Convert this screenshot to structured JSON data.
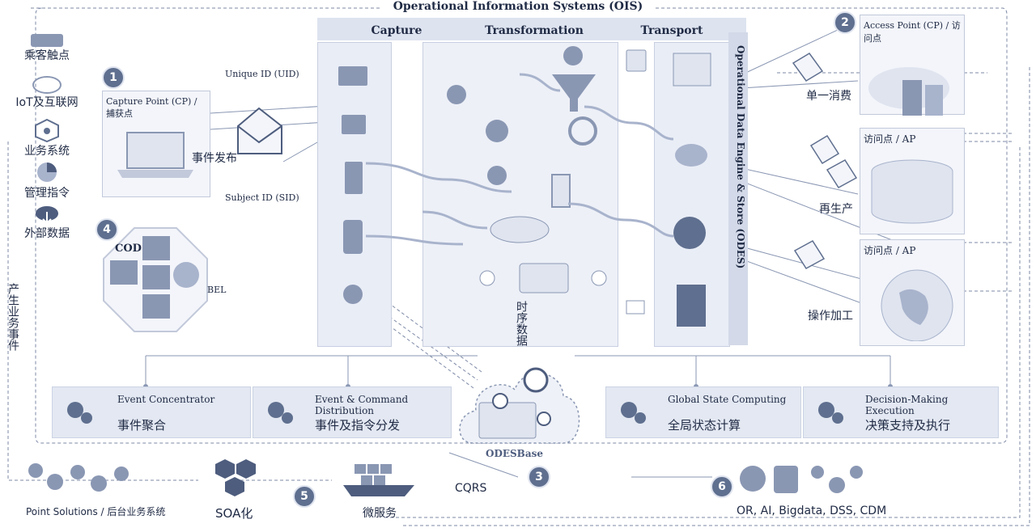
{
  "title": "Operational Information Systems (OIS)",
  "columns": [
    "Capture",
    "Transformation",
    "Transport"
  ],
  "odes_label": "Operational Data Engine & Store (ODES)",
  "left_sources": [
    "乘客触点",
    "IoT及互联网",
    "业务系统",
    "管理指令",
    "外部数据"
  ],
  "left_vertical": "产生业务事件",
  "capture_point": {
    "title": "Capture Point (CP) / 捕获点",
    "uid": "Unique ID (UID)",
    "sid": "Subject ID (SID)",
    "event_publish": "事件发布"
  },
  "cod": {
    "label": "COD",
    "bel": "BEL"
  },
  "time_series": "时序数据",
  "access_points": [
    {
      "title": "Access Point (CP) / 访问点",
      "action": "单一消费"
    },
    {
      "title": "访问点 / AP",
      "action": "再生产"
    },
    {
      "title": "访问点 / AP",
      "action": "操作加工"
    }
  ],
  "bottom_boxes": [
    {
      "en": "Event Concentrator",
      "cn": "事件聚合"
    },
    {
      "en": "Event & Command Distribution",
      "cn": "事件及指令分发"
    },
    {
      "en": "Global State Computing",
      "cn": "全局状态计算"
    },
    {
      "en": "Decision-Making Execution",
      "cn": "决策支持及执行"
    }
  ],
  "odesbase": "ODESBase",
  "footer": {
    "point_solutions": "Point Solutions / 后台业务系统",
    "soa": "SOA化",
    "microservice": "微服务",
    "cqrs": "CQRS",
    "tech": "OR, AI, Bigdata, DSS, CDM"
  },
  "numbers": [
    "1",
    "2",
    "3",
    "4",
    "5",
    "6"
  ],
  "colors": {
    "accent": "#1f2a44",
    "panel": "#e9edf6",
    "icon": "#8a97b3"
  }
}
